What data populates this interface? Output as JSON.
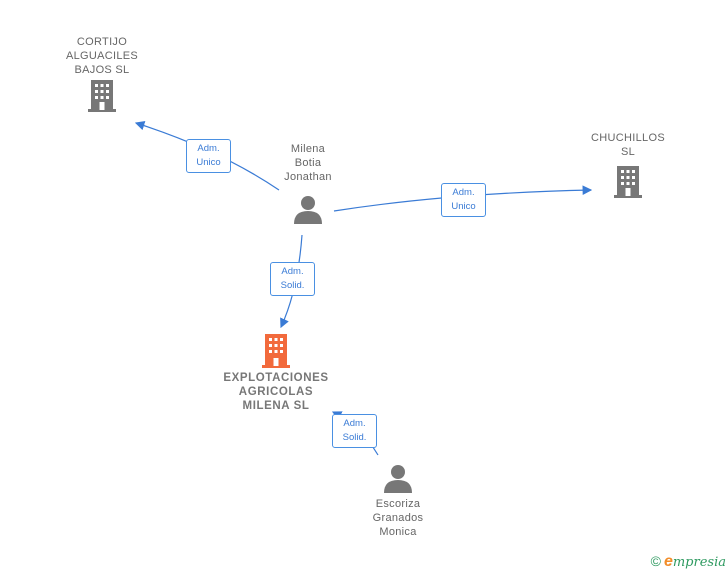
{
  "nodes": {
    "cortijo": {
      "label": "CORTIJO\nALGUACILES\nBAJOS  SL"
    },
    "chuchillos": {
      "label": "CHUCHILLOS\nSL"
    },
    "milena": {
      "label": "Milena\nBotia\nJonathan"
    },
    "explotaciones": {
      "label": "EXPLOTACIONES\nAGRICOLAS\nMILENA  SL"
    },
    "escoriza": {
      "label": "Escoriza\nGranados\nMonica"
    }
  },
  "edges": {
    "to_cortijo": {
      "label": "Adm.\nUnico"
    },
    "to_chuchillos": {
      "label": "Adm.\nUnico"
    },
    "to_explotaciones": {
      "label": "Adm.\nSolid."
    },
    "escoriza_to_explotaciones": {
      "label": "Adm.\nSolid."
    }
  },
  "colors": {
    "building": "#777777",
    "building_main": "#f26a3c",
    "person": "#777777",
    "edge": "#3a7bd5"
  },
  "icons": {
    "company": "building-icon",
    "person": "person-icon"
  },
  "footer": {
    "copyright": "©",
    "brand_e": "e",
    "brand_rest": "mpresia"
  }
}
